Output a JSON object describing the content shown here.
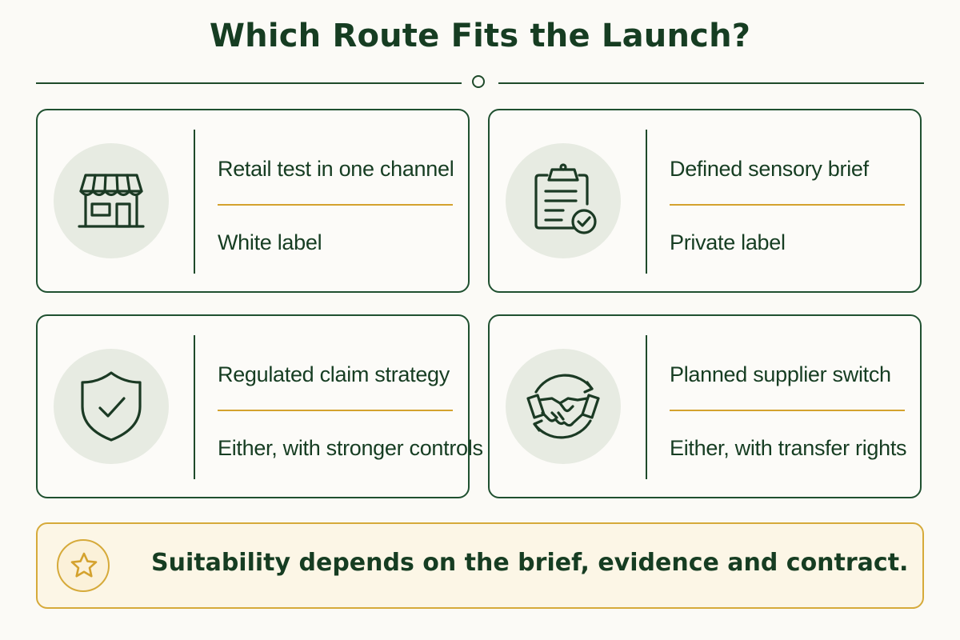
{
  "title": "Which Route Fits the Launch?",
  "colors": {
    "primary": "#1e4a2a",
    "accent_gold": "#d4a22e",
    "icon_background": "#e7ebe2",
    "banner_background": "#fcf6e6"
  },
  "cards": [
    {
      "icon": "storefront-icon",
      "scenario": "Retail test in one channel",
      "route": "White label"
    },
    {
      "icon": "clipboard-check-icon",
      "scenario": "Defined sensory brief",
      "route": "Private label"
    },
    {
      "icon": "shield-check-icon",
      "scenario": "Regulated claim strategy",
      "route": "Either, with stronger controls"
    },
    {
      "icon": "handshake-cycle-icon",
      "scenario": "Planned supplier switch",
      "route": "Either, with transfer rights"
    }
  ],
  "footer": {
    "icon": "star-icon",
    "note": "Suitability depends on the brief, evidence and contract."
  }
}
